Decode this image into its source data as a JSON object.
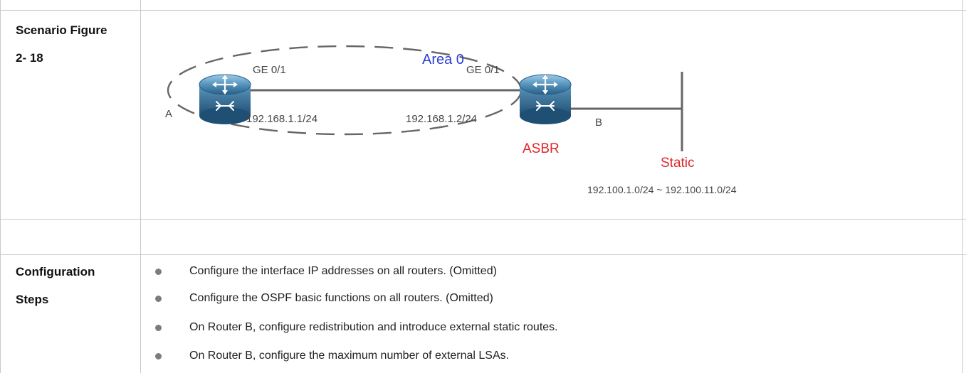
{
  "scenario": {
    "label_line1": "Scenario Figure",
    "label_line2": "2- 18"
  },
  "diagram": {
    "area_label": "Area 0",
    "router_a": {
      "name": "A",
      "interface": "GE 0/1",
      "ip": "192.168.1.1/24"
    },
    "router_b": {
      "name": "B",
      "role": "ASBR",
      "interface": "GE 0/1",
      "ip": "192.168.1.2/24"
    },
    "static_label": "Static",
    "static_range": "192.100.1.0/24 ~ 192.100.11.0/24",
    "colors": {
      "area": "#2b3cd0",
      "asbr": "#e0262c",
      "static": "#e0262c",
      "text": "#444444",
      "line": "#666666"
    }
  },
  "configuration": {
    "label_line1": "Configuration",
    "label_line2": "Steps",
    "steps": [
      "Configure the interface IP addresses on all routers. (Omitted)",
      "Configure the OSPF basic functions on all routers. (Omitted)",
      "On Router B, configure redistribution and introduce external static routes.",
      "On Router B, configure the maximum number of external LSAs."
    ]
  }
}
